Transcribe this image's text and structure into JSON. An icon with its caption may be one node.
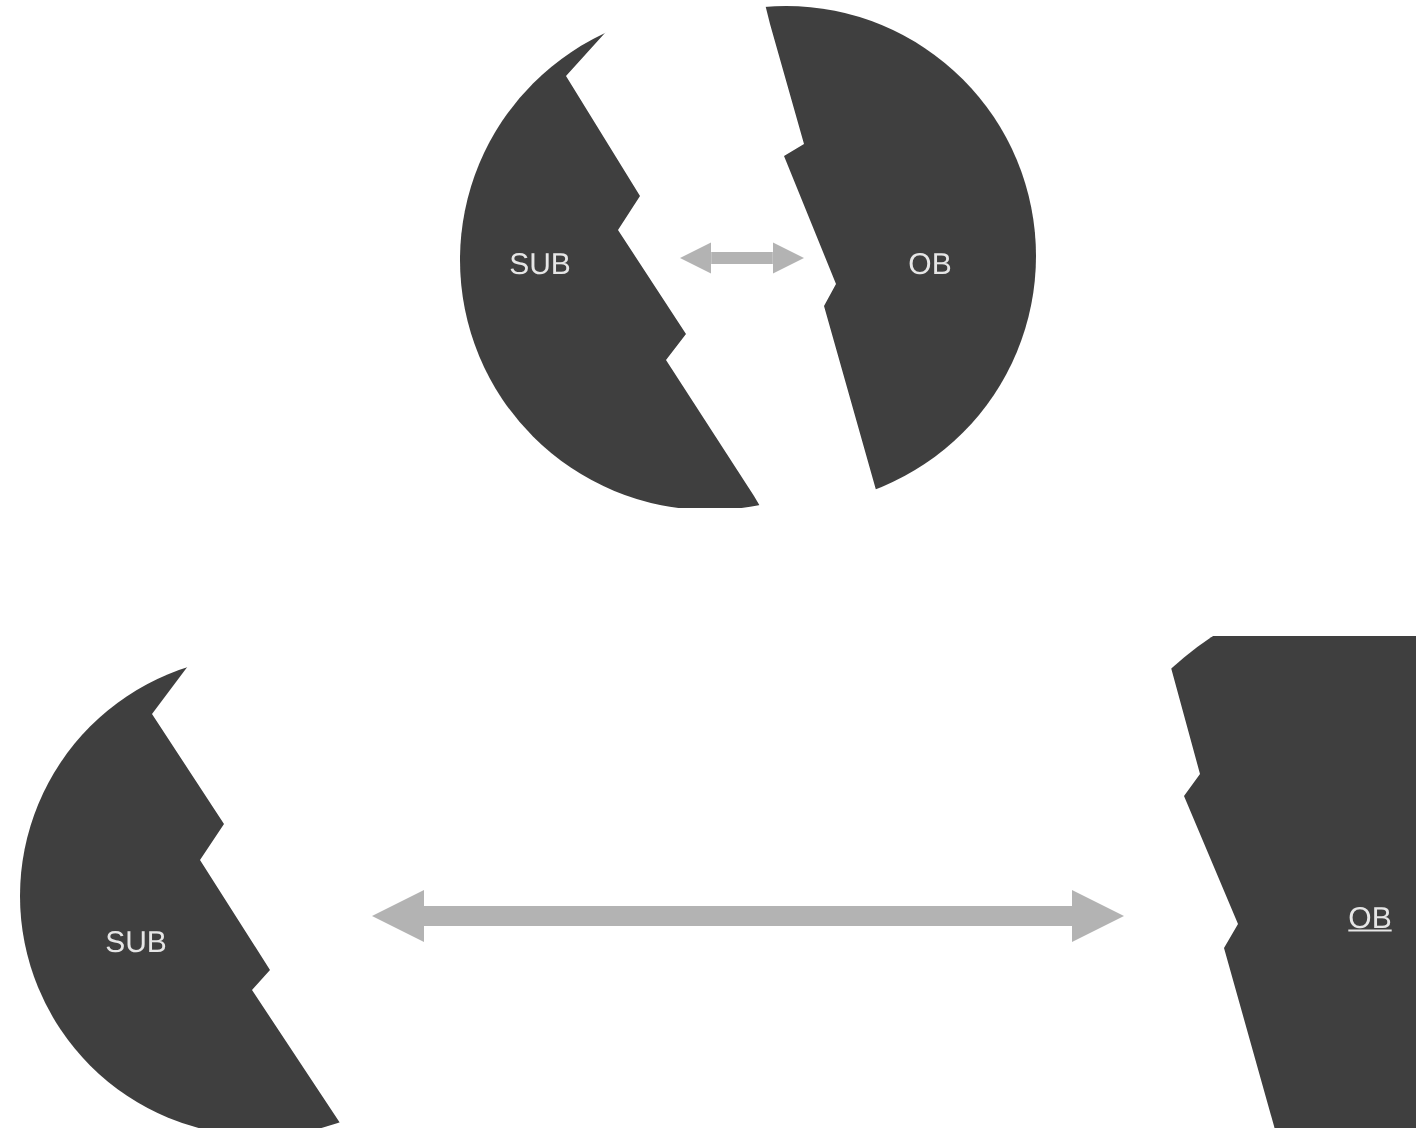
{
  "diagram": {
    "nodes": [
      {
        "text": [
          "SUB"
        ]
      },
      {
        "text": [
          "OB"
        ]
      },
      {
        "text": [
          "SUB"
        ]
      },
      {
        "text": [
          "OB"
        ]
      }
    ],
    "edges": [
      {
        "from": 0,
        "to": 1,
        "arrow": "both"
      },
      {
        "from": 2,
        "to": 3,
        "arrow": "both"
      }
    ]
  }
}
